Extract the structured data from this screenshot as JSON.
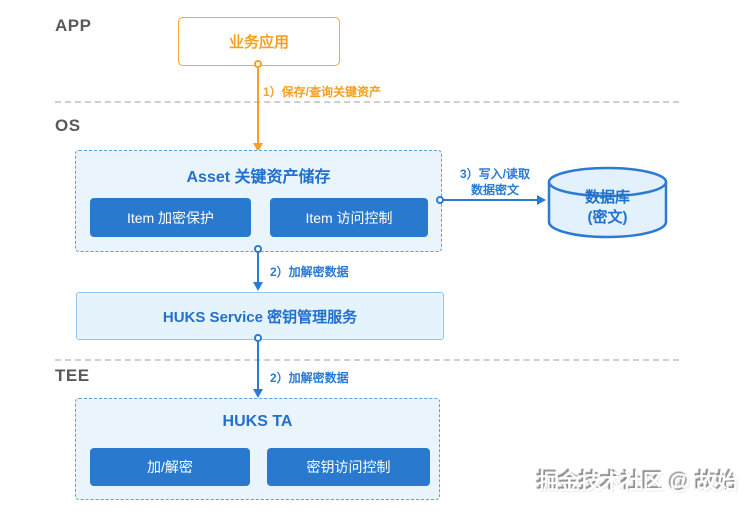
{
  "colors": {
    "orange": "#F7A024",
    "blue": "#2B7BD3",
    "title_blue": "#2270CD",
    "button_blue": "#2979CE",
    "panel_bg": "#E9F4FD",
    "service_bg": "#E5F3FC",
    "layer_label_gray": "#58595C"
  },
  "layers": {
    "app": {
      "label": "APP"
    },
    "os": {
      "label": "OS"
    },
    "tee": {
      "label": "TEE"
    }
  },
  "nodes": {
    "business_app": {
      "label": "业务应用"
    },
    "asset_store": {
      "title": "Asset 关键资产储存",
      "items": [
        {
          "label": "Item 加密保护"
        },
        {
          "label": "Item 访问控制"
        }
      ]
    },
    "database": {
      "line1": "数据库",
      "line2": "(密文)"
    },
    "huks_service": {
      "label": "HUKS Service 密钥管理服务"
    },
    "huks_ta": {
      "title": "HUKS TA",
      "items": [
        {
          "label": "加/解密"
        },
        {
          "label": "密钥访问控制"
        }
      ]
    }
  },
  "edges": {
    "app_to_asset": {
      "label": "1）保存/查询关键资产"
    },
    "asset_to_db": {
      "line1": "3）写入/读取",
      "line2": "数据密文"
    },
    "asset_to_huks": {
      "label": "2）加解密数据"
    },
    "huks_to_ta": {
      "label": "2）加解密数据"
    }
  },
  "watermark": {
    "text": "掘金技术社区 @ 故始"
  }
}
